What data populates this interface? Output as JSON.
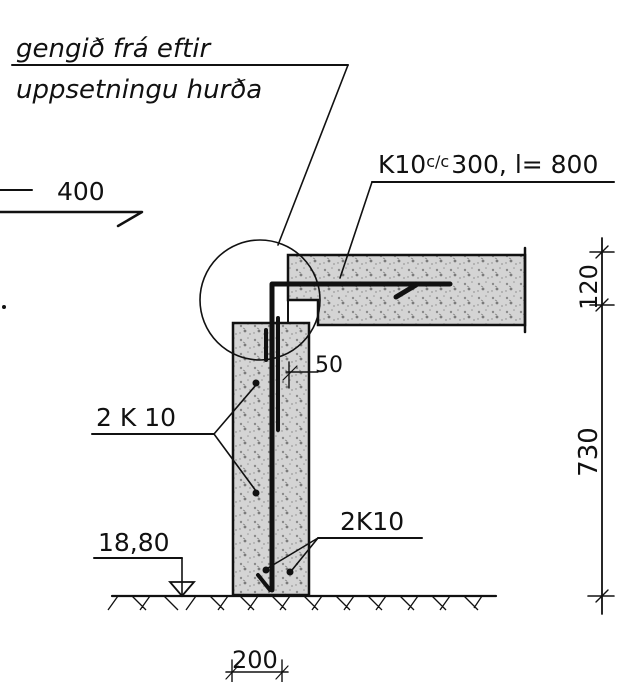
{
  "note": {
    "line1": "gengið frá eftir",
    "line2": "uppsetningu hurða"
  },
  "labels": {
    "rebar_top": "K10 c/c 300, l= 800",
    "rebar_top_k": "K10",
    "rebar_top_cc": "c/c",
    "rebar_top_rest": "300, l= 800",
    "dim_400": "400",
    "dim_120": "120",
    "dim_730": "730",
    "dim_50": "50",
    "dim_200": "200",
    "rebar_left": "2 K 10",
    "rebar_bottom": "2K10",
    "level": "18,80"
  },
  "colors": {
    "ink": "#111111",
    "concrete": "#cfcfcf"
  }
}
